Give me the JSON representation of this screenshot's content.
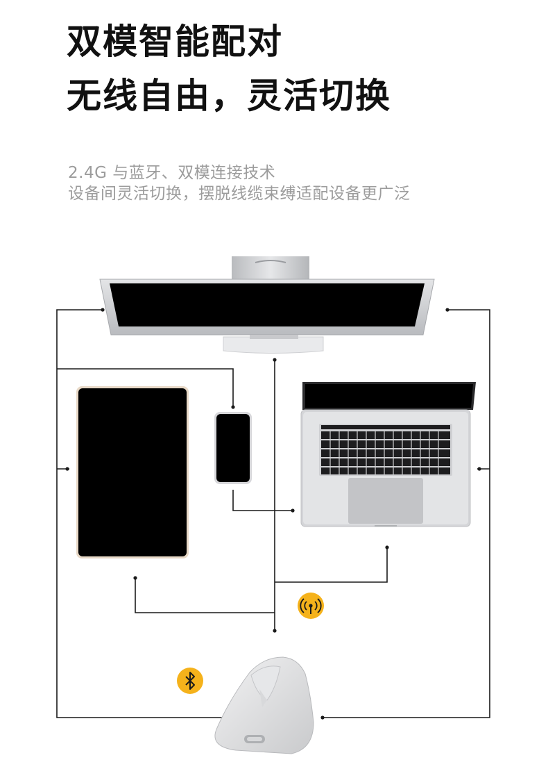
{
  "headline": {
    "line1": "双模智能配对",
    "line2": "无线自由，灵活切换"
  },
  "subtitle": {
    "line1": "2.4G 与蓝牙、双模连接技术",
    "line2": "设备间灵活切换，摆脱线缆束缚适配设备更广泛"
  },
  "icons": {
    "wireless_24g": "wireless-signal-icon",
    "bluetooth": "bluetooth-icon"
  },
  "colors": {
    "badge": "#f5b21b",
    "line": "#1a1a1a",
    "text_dark": "#111111",
    "text_gray": "#9c9c9c"
  }
}
